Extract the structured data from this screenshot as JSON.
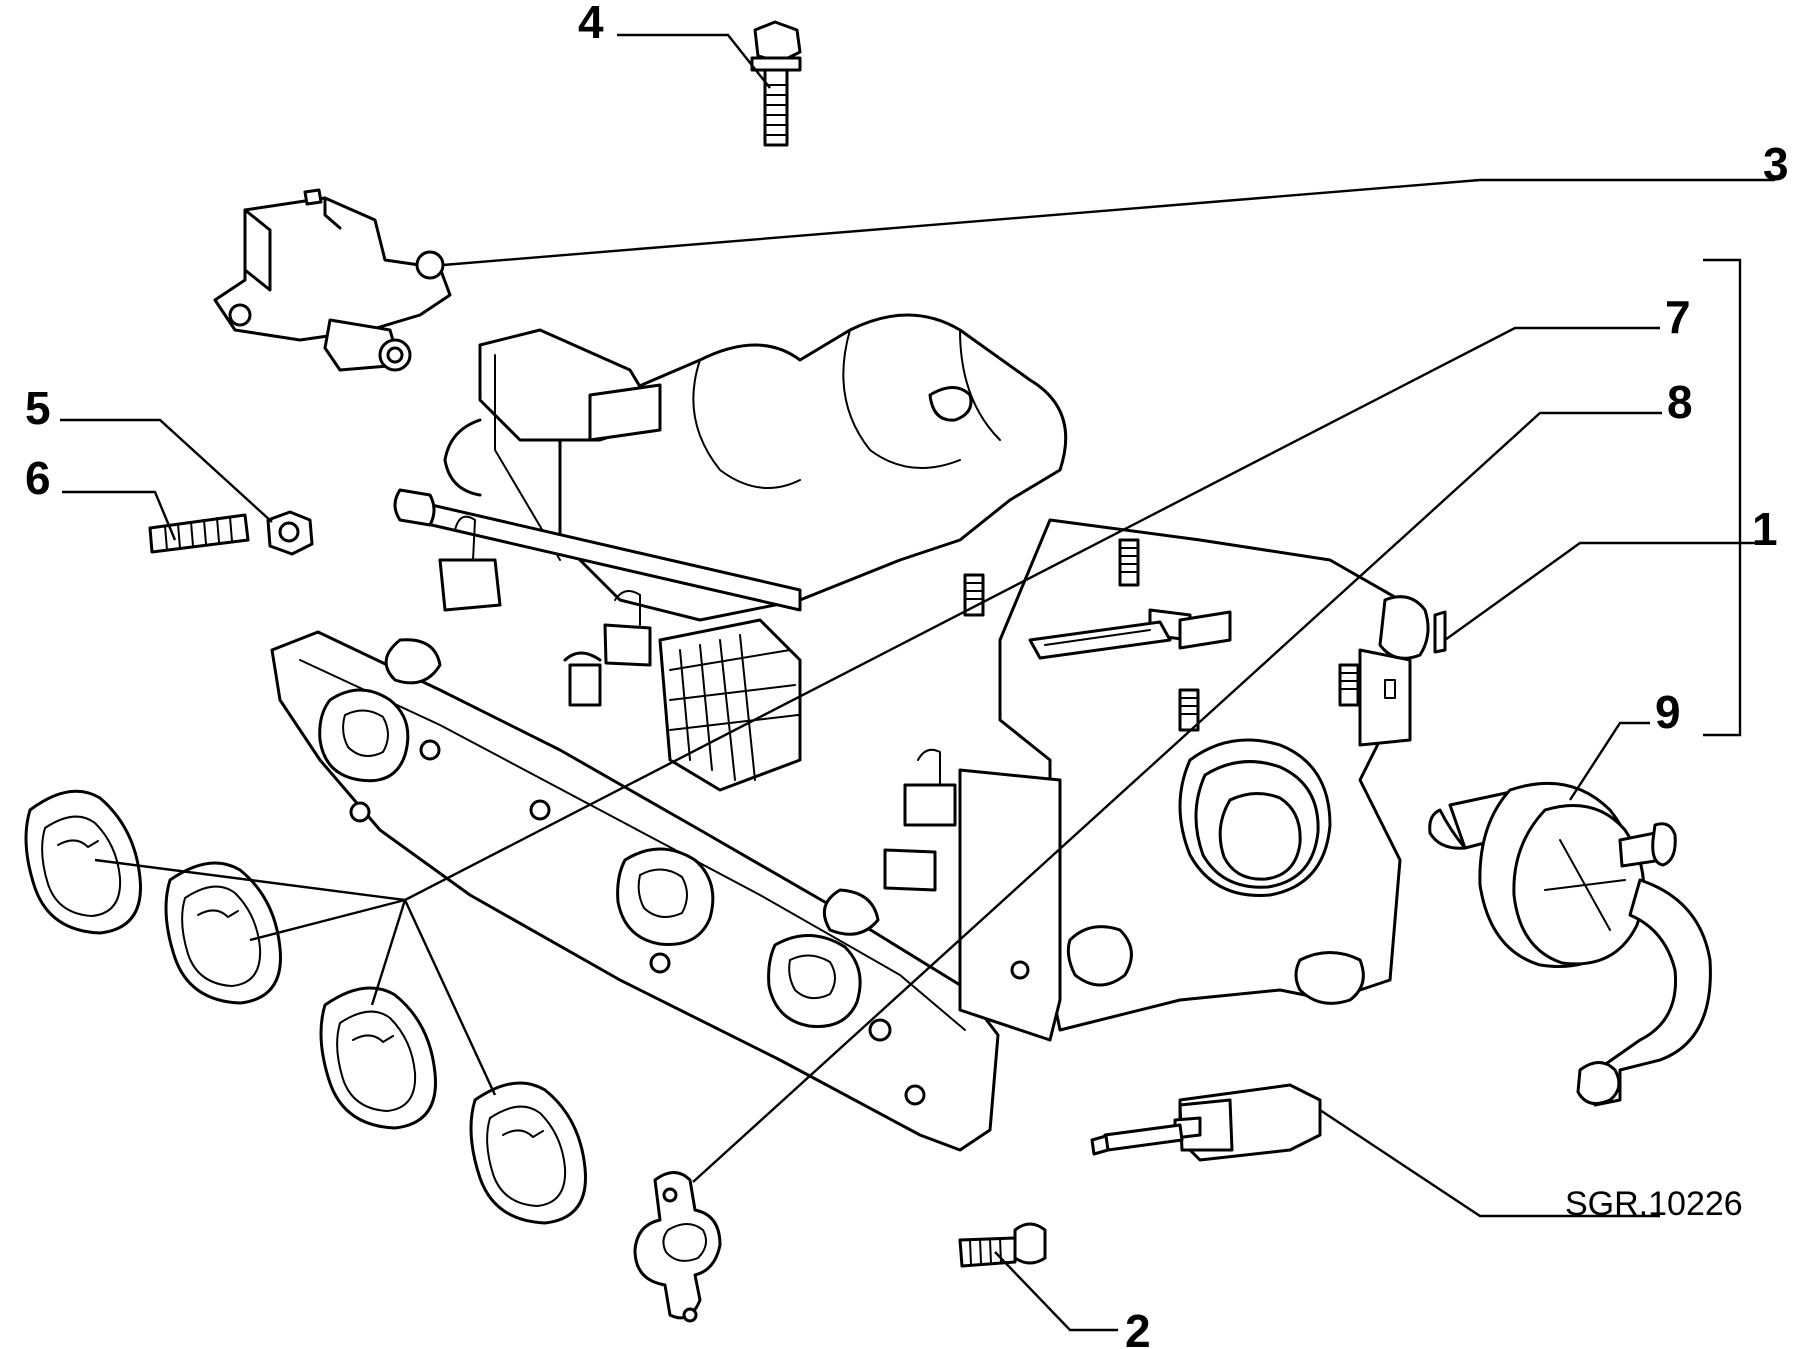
{
  "diagram": {
    "callouts": [
      {
        "id": "c1",
        "label": "1"
      },
      {
        "id": "c2",
        "label": "2"
      },
      {
        "id": "c3",
        "label": "3"
      },
      {
        "id": "c4",
        "label": "4"
      },
      {
        "id": "c5",
        "label": "5"
      },
      {
        "id": "c6",
        "label": "6"
      },
      {
        "id": "c7",
        "label": "7"
      },
      {
        "id": "c8",
        "label": "8"
      },
      {
        "id": "c9",
        "label": "9"
      }
    ],
    "reference_code": "SGR.10226"
  }
}
